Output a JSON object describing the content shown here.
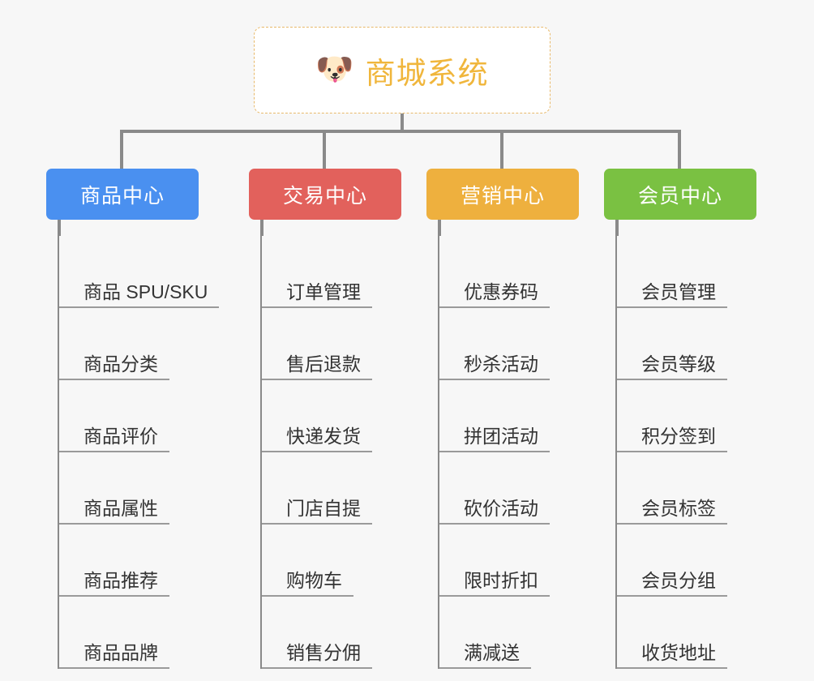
{
  "diagram": {
    "type": "org-chart",
    "background_color": "#f7f7f7",
    "root": {
      "icon": "dog-face-emoji",
      "icon_glyph": "🐶",
      "title": "商城系统",
      "text_color": "#f0b63c",
      "border_color": "#e8b96a",
      "background_color": "#ffffff"
    },
    "connector_color": "#8a8a8a",
    "columns": [
      {
        "id": "product-center",
        "label": "商品中心",
        "color": "#4a90f0",
        "items": [
          "商品 SPU/SKU",
          "商品分类",
          "商品评价",
          "商品属性",
          "商品推荐",
          "商品品牌"
        ]
      },
      {
        "id": "trade-center",
        "label": "交易中心",
        "color": "#e2615c",
        "items": [
          "订单管理",
          "售后退款",
          "快递发货",
          "门店自提",
          "购物车",
          "销售分佣"
        ]
      },
      {
        "id": "marketing-center",
        "label": "营销中心",
        "color": "#eeb03e",
        "items": [
          "优惠券码",
          "秒杀活动",
          "拼团活动",
          "砍价活动",
          "限时折扣",
          "满减送"
        ]
      },
      {
        "id": "member-center",
        "label": "会员中心",
        "color": "#7ac142",
        "items": [
          "会员管理",
          "会员等级",
          "积分签到",
          "会员标签",
          "会员分组",
          "收货地址"
        ]
      }
    ]
  }
}
